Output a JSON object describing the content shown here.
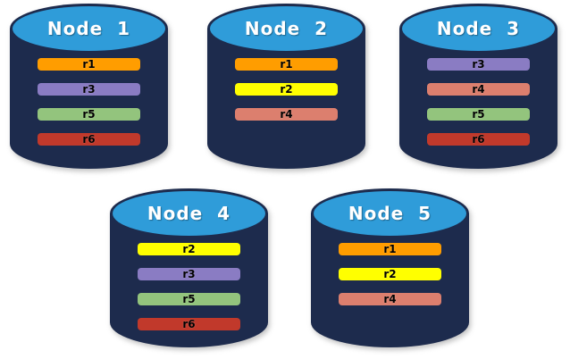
{
  "diagram": {
    "background_color": "#FFFFFF",
    "cylinder_body_color": "#1D2B4D",
    "cylinder_top_color": "#2F9CD9",
    "node_label_color": "#FFFFFF",
    "replica_label_color": "#000000",
    "replica_colors": {
      "r1": "#FF9D00",
      "r2": "#FFFF00",
      "r3": "#8A7CC3",
      "r4": "#DC7F6E",
      "r5": "#93C47D",
      "r6": "#C1392B"
    },
    "nodes": [
      {
        "label": "Node  1",
        "replicas": [
          "r1",
          "r3",
          "r5",
          "r6"
        ]
      },
      {
        "label": "Node  2",
        "replicas": [
          "r1",
          "r2",
          "r4"
        ]
      },
      {
        "label": "Node  3",
        "replicas": [
          "r3",
          "r4",
          "r5",
          "r6"
        ]
      },
      {
        "label": "Node  4",
        "replicas": [
          "r2",
          "r3",
          "r5",
          "r6"
        ]
      },
      {
        "label": "Node  5",
        "replicas": [
          "r1",
          "r2",
          "r4"
        ]
      }
    ]
  }
}
